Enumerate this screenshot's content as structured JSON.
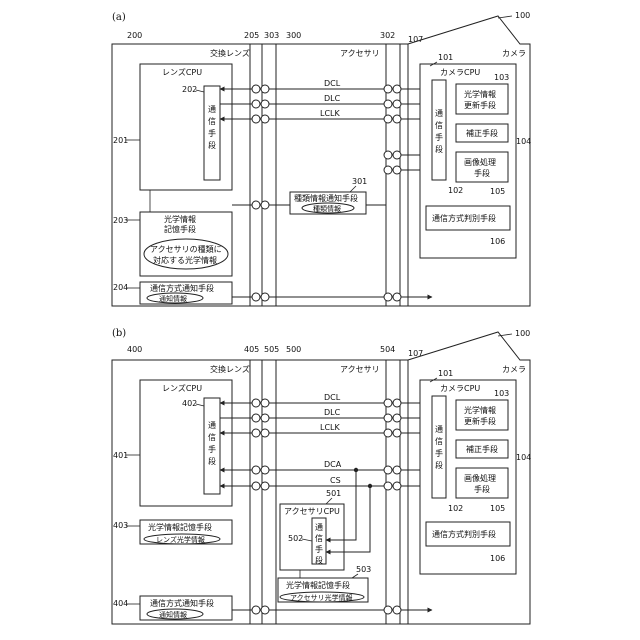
{
  "panels": {
    "a": {
      "label": "(a)",
      "ref_camera": "100",
      "ref_lens": "200",
      "ref_mount_l": "205",
      "ref_mount_a": "303",
      "ref_acc": "300",
      "ref_mount_b": "302",
      "ref_mount_c": "107",
      "title_lens": "交換レンズ",
      "title_acc": "アクセサリ",
      "title_camera": "カメラ",
      "lens_cpu": "レンズCPU",
      "ref_lens_cpu": "201",
      "ref_lens_comm": "202",
      "lens_comm": "通信手段",
      "lens_store": "光学情報記憶手段",
      "lens_store_l1": "光学情報",
      "lens_store_l2": "記憶手段",
      "ref_lens_store": "203",
      "ellipse_l1": "アクセサリの種類に",
      "ellipse_l2": "対応する光学情報",
      "ref_notify": "204",
      "notify_title": "通信方式通知手段",
      "notify_sub": "通知情報",
      "acc_type_title": "種類情報通知手段",
      "acc_type_sub": "種類情報",
      "ref_acc_type": "301",
      "signals": [
        "DCL",
        "DLC",
        "LCLK"
      ],
      "camera_cpu": "カメラCPU",
      "ref_camera_cpu": "101",
      "camera_comm": "通信手段",
      "ref_camera_comm": "102",
      "upd_l1": "光学情報",
      "upd_l2": "更新手段",
      "ref_upd": "103",
      "corr": "補正手段",
      "ref_corr": "104",
      "img_l1": "画像処理",
      "img_l2": "手段",
      "ref_img": "105",
      "judge": "通信方式判別手段",
      "ref_judge": "106"
    },
    "b": {
      "label": "(b)",
      "ref_camera": "100",
      "ref_lens": "400",
      "ref_mount_l": "405",
      "ref_mount_a": "505",
      "ref_acc": "500",
      "ref_mount_b": "504",
      "ref_mount_c": "107",
      "title_lens": "交換レンズ",
      "title_acc": "アクセサリ",
      "title_camera": "カメラ",
      "lens_cpu": "レンズCPU",
      "ref_lens_cpu": "401",
      "ref_lens_comm": "402",
      "lens_comm": "通信手段",
      "lens_store": "光学情報記憶手段",
      "lens_store_sub": "レンズ光学情報",
      "ref_lens_store": "403",
      "ref_notify": "404",
      "notify_title": "通信方式通知手段",
      "notify_sub": "通知情報",
      "signals": [
        "DCL",
        "DLC",
        "LCLK",
        "DCA",
        "CS"
      ],
      "acc_cpu": "アクセサリCPU",
      "ref_acc_cpu": "501",
      "acc_comm": "通信手段",
      "ref_acc_comm": "502",
      "acc_store_title": "光学情報記憶手段",
      "acc_store_sub": "アクセサリ光学情報",
      "ref_acc_store": "503",
      "camera_cpu": "カメラCPU",
      "ref_camera_cpu": "101",
      "camera_comm": "通信手段",
      "ref_camera_comm": "102",
      "upd_l1": "光学情報",
      "upd_l2": "更新手段",
      "ref_upd": "103",
      "corr": "補正手段",
      "ref_corr": "104",
      "img_l1": "画像処理",
      "img_l2": "手段",
      "ref_img": "105",
      "judge": "通信方式判別手段",
      "ref_judge": "106"
    }
  }
}
